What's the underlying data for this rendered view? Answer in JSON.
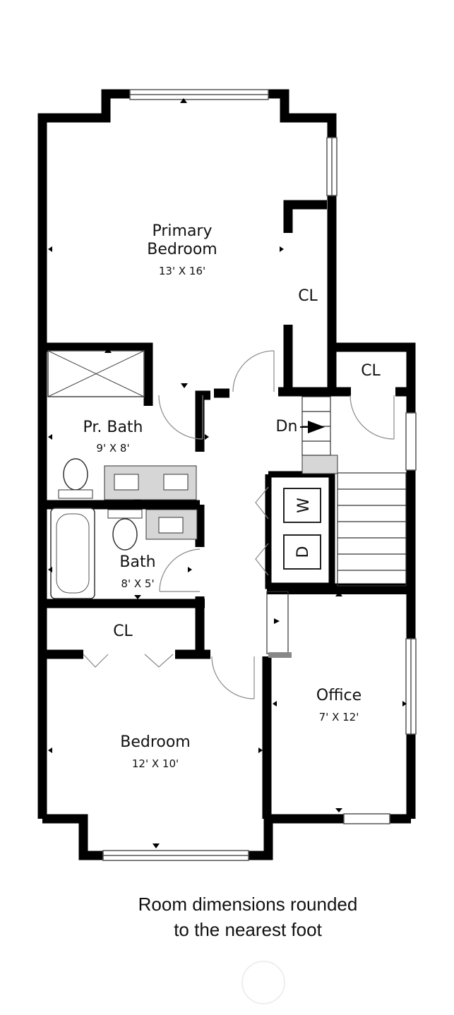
{
  "rooms": {
    "primary_bedroom": {
      "name_line1": "Primary",
      "name_line2": "Bedroom",
      "dims": "13' X 16'"
    },
    "closet_primary": {
      "name": "CL"
    },
    "closet_hall": {
      "name": "CL"
    },
    "pr_bath": {
      "name": "Pr. Bath",
      "dims": "9' X 8'"
    },
    "bath": {
      "name": "Bath",
      "dims": "8' X 5'"
    },
    "closet_bedroom": {
      "name": "CL"
    },
    "bedroom": {
      "name": "Bedroom",
      "dims": "12' X 10'"
    },
    "office": {
      "name": "Office",
      "dims": "7' X 12'"
    }
  },
  "stairs": {
    "label": "Dn"
  },
  "appliances": {
    "washer": "W",
    "dryer": "D"
  },
  "footnote": {
    "line1": "Room dimensions rounded",
    "line2": "to the nearest foot"
  },
  "colors": {
    "wall": "#000000",
    "fixture": "#d6d6d6",
    "window": "#888888"
  }
}
